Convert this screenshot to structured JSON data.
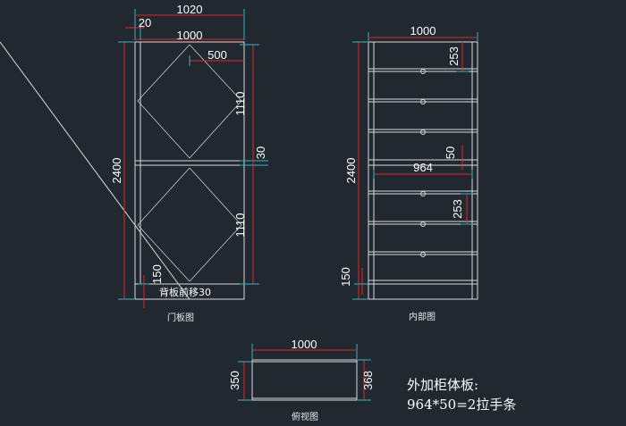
{
  "door_view": {
    "caption": "门板图",
    "dim_overall_width": "1020",
    "dim_side_offset": "20",
    "dim_panel_width": "1000",
    "dim_half_width": "500",
    "dim_upper_height": "1110",
    "dim_lower_height": "1110",
    "dim_rail": "30",
    "dim_total_height": "2400",
    "dim_plinth": "150",
    "note_back_panel": "背板前移30"
  },
  "interior_view": {
    "caption": "内部图",
    "dim_width": "1000",
    "dim_upper_spacing": "253",
    "dim_rail": "50",
    "dim_inner_width": "964",
    "dim_lower_spacing": "253",
    "dim_total_height": "2400",
    "dim_plinth": "150"
  },
  "top_view": {
    "caption": "俯视图",
    "dim_width": "1000",
    "dim_depth_inner": "350",
    "dim_depth_outer": "368"
  },
  "notes": {
    "line1": "外加柜体板:",
    "line2": "964*50=2拉手条"
  }
}
